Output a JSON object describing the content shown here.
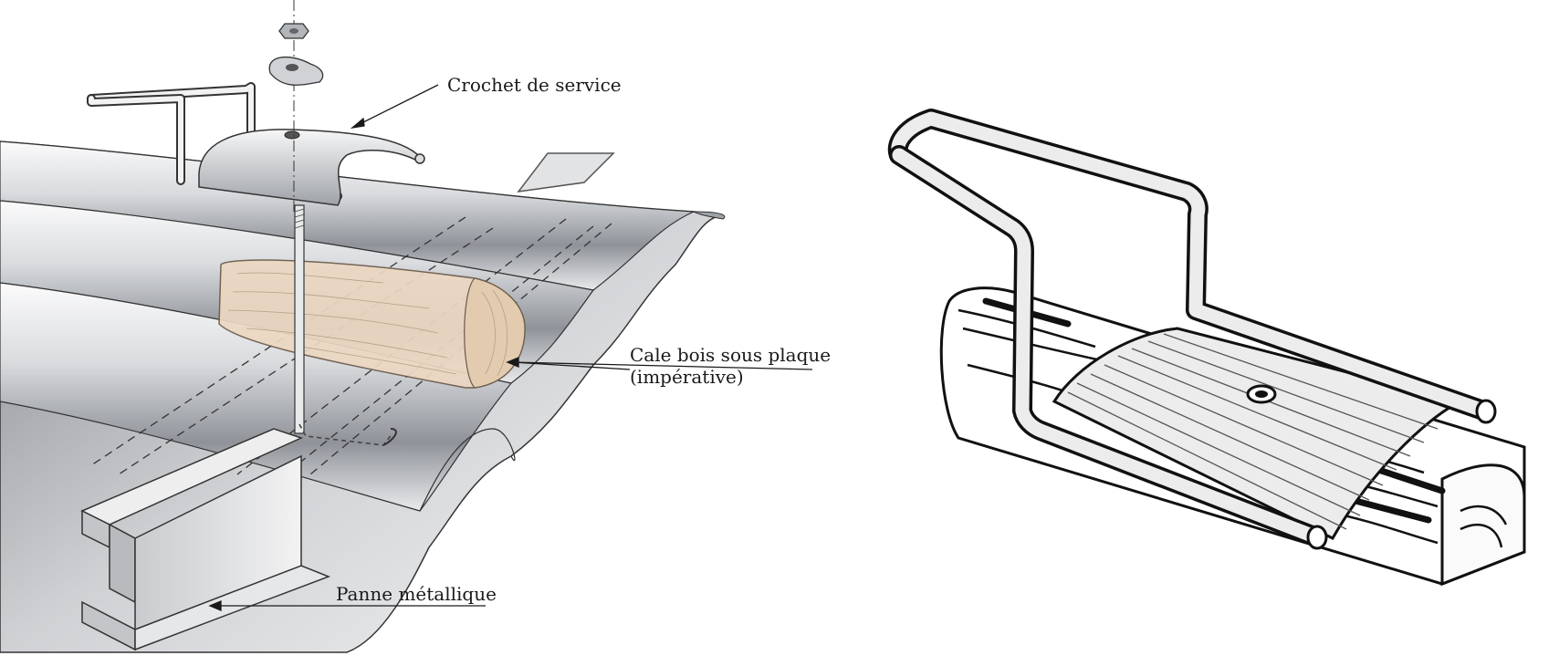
{
  "labels": {
    "hook": "Crochet de service",
    "wedge_line1": "Cale bois sous plaque",
    "wedge_line2": "(impérative)",
    "purlin": "Panne métallique"
  },
  "colors": {
    "metal_light": "#f4f4f6",
    "metal_mid": "#b9bcc1",
    "metal_dark": "#6d7177",
    "wood": "#ecd8c2",
    "ink": "#1a1a1a"
  }
}
